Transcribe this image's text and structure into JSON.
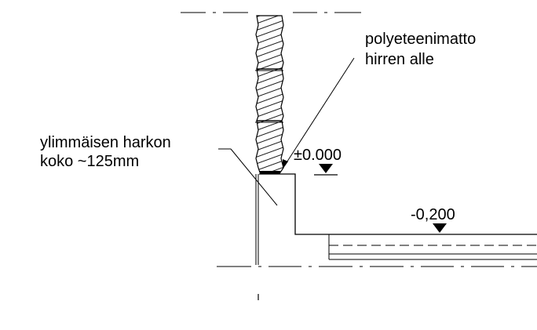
{
  "annotations": {
    "membrane_line1": "polyeteenimatto",
    "membrane_line2": "hirren alle",
    "log_line1": "ylimmäisen harkon",
    "log_line2": "koko ~125mm"
  },
  "levels": {
    "floor": "±0.000",
    "ground": "-0,200"
  }
}
